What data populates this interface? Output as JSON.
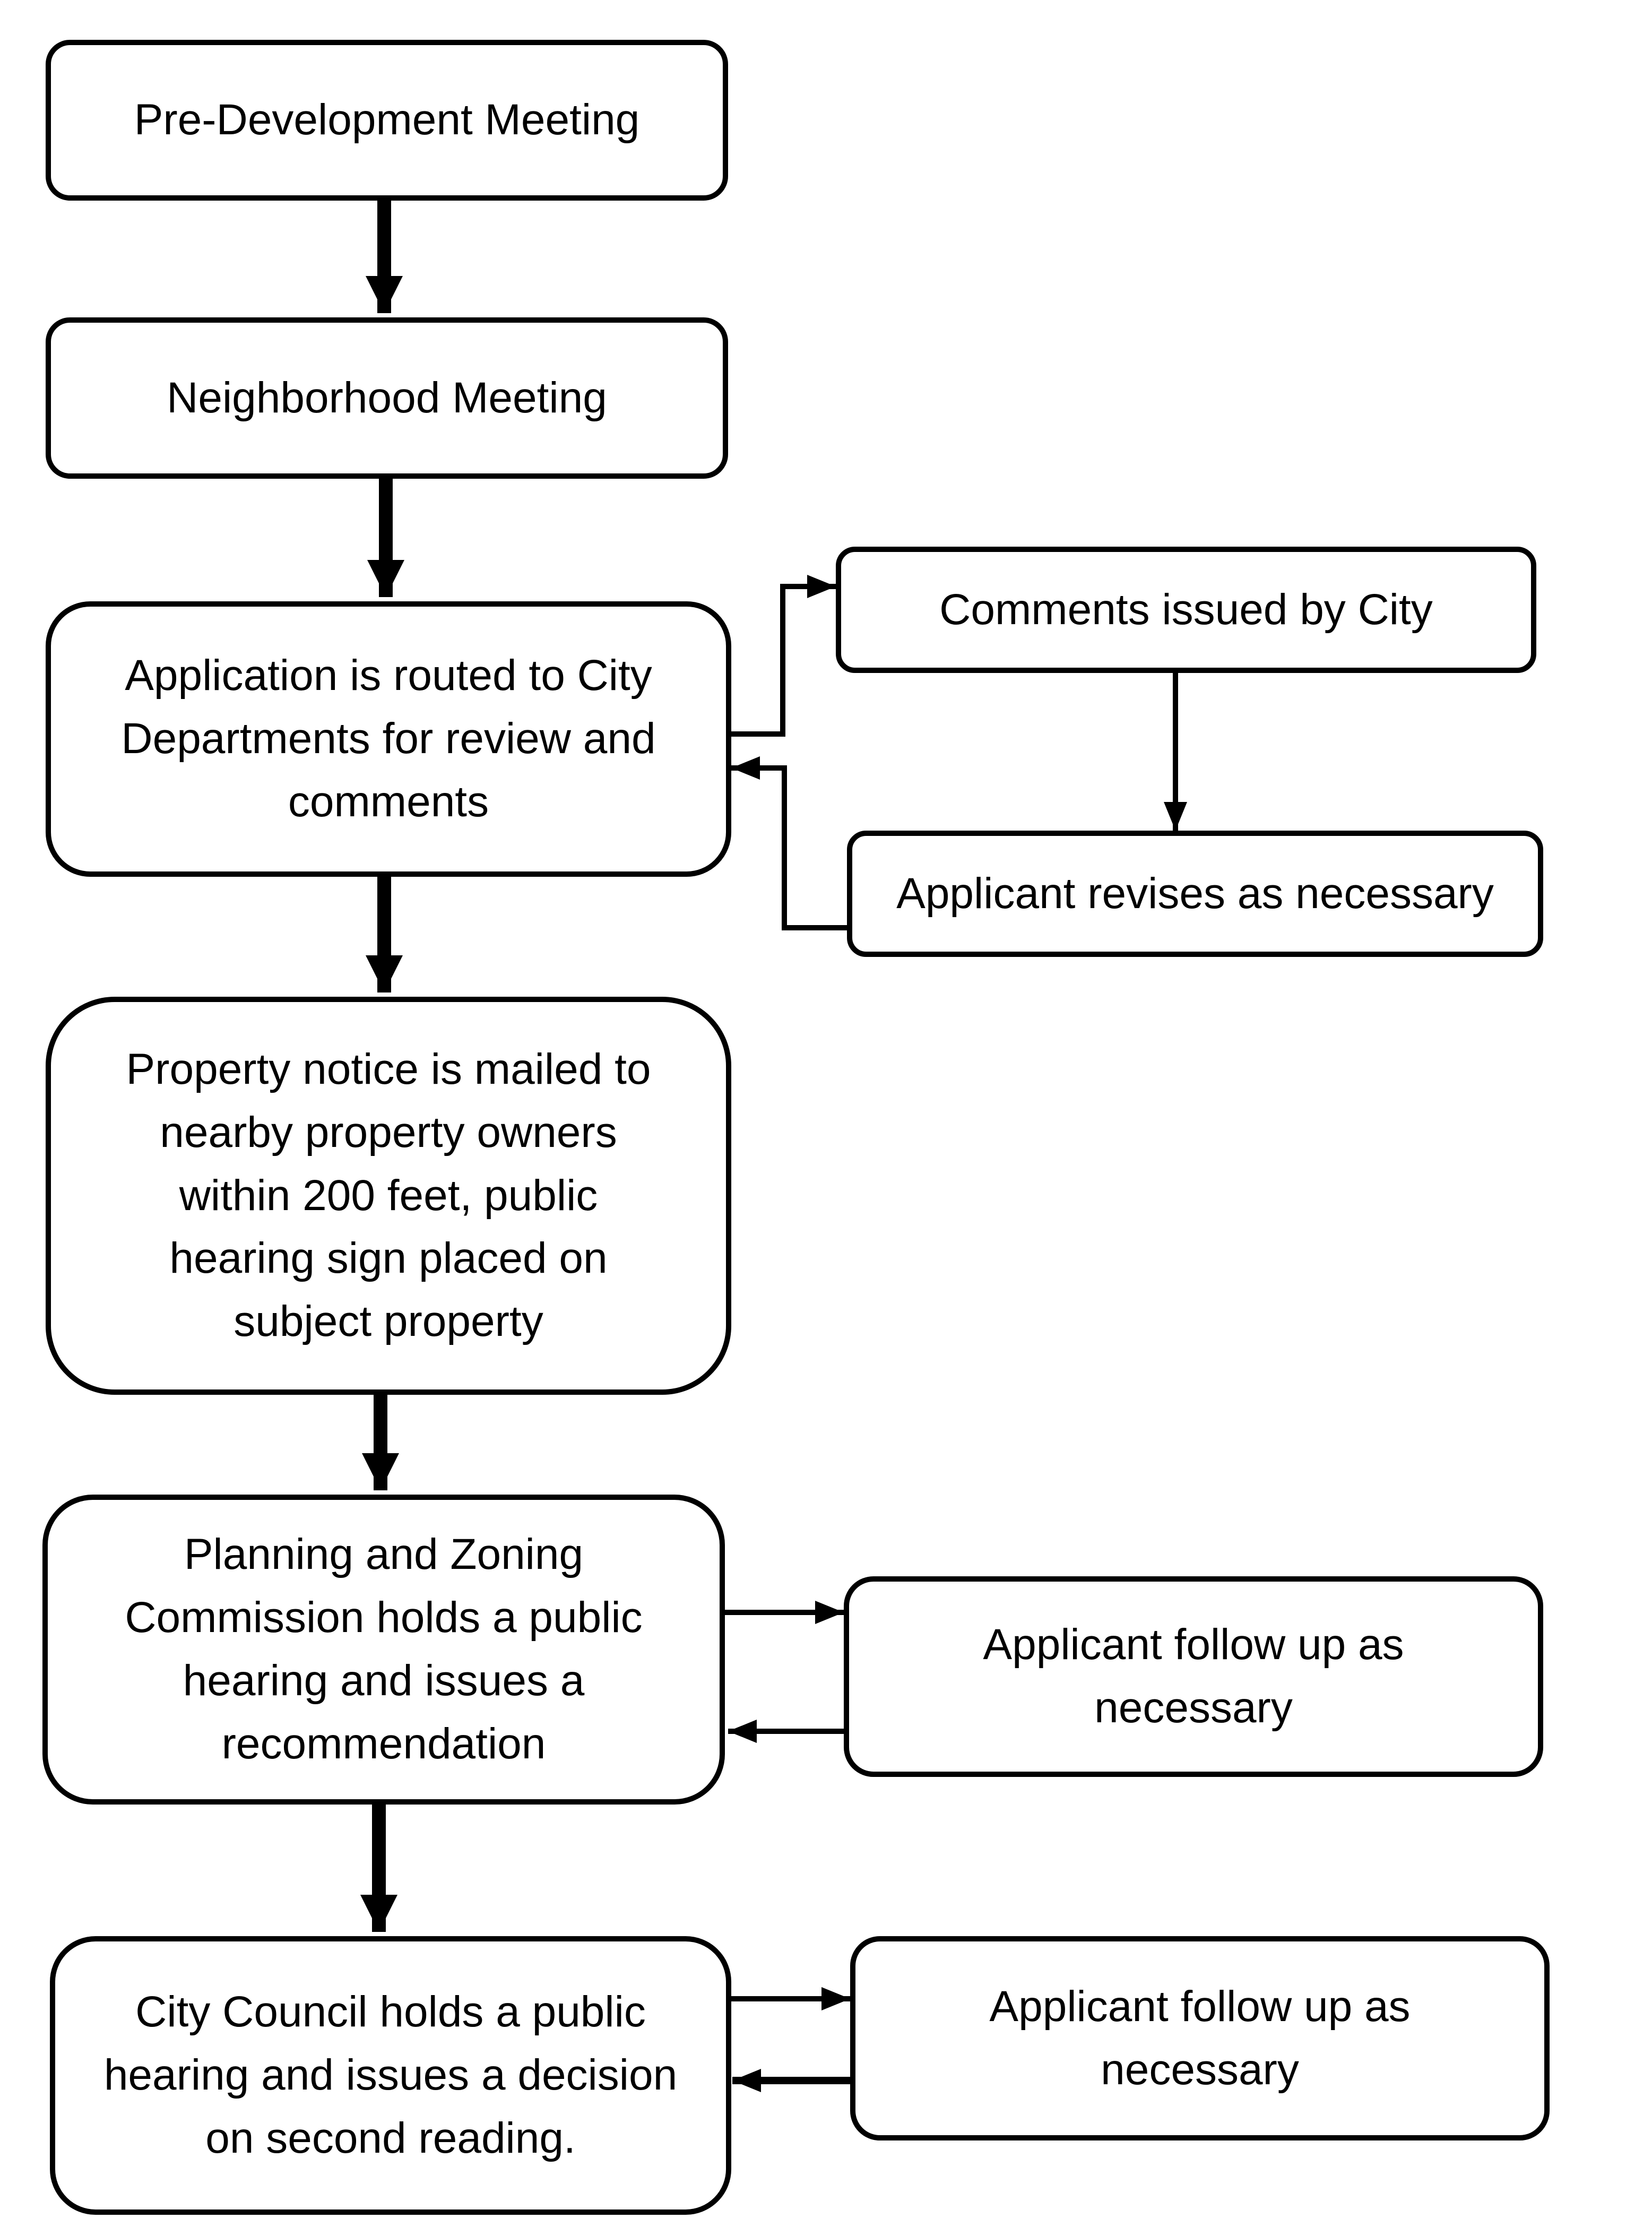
{
  "diagram": {
    "nodes": {
      "pre_development": "Pre-Development Meeting",
      "neighborhood": "Neighborhood Meeting",
      "application_routed": "Application is routed to City\nDepartments for review and\ncomments",
      "comments_issued": "Comments issued by City",
      "applicant_revises": "Applicant revises as necessary",
      "property_notice": "Property notice is mailed to\nnearby property owners\nwithin 200 feet, public\nhearing sign placed on\nsubject property",
      "planning_zoning": "Planning and Zoning\nCommission holds a public\nhearing and issues a\nrecommendation",
      "applicant_follow_up_1": "Applicant follow up as\nnecessary",
      "city_council": "City Council holds a public\nhearing and issues a decision\non second reading.",
      "applicant_follow_up_2": "Applicant follow up as\nnecessary"
    },
    "edges": [
      {
        "from": "pre_development",
        "to": "neighborhood"
      },
      {
        "from": "neighborhood",
        "to": "application_routed"
      },
      {
        "from": "application_routed",
        "to": "comments_issued"
      },
      {
        "from": "comments_issued",
        "to": "applicant_revises"
      },
      {
        "from": "applicant_revises",
        "to": "application_routed"
      },
      {
        "from": "application_routed",
        "to": "property_notice"
      },
      {
        "from": "property_notice",
        "to": "planning_zoning"
      },
      {
        "from": "planning_zoning",
        "to": "applicant_follow_up_1"
      },
      {
        "from": "applicant_follow_up_1",
        "to": "planning_zoning"
      },
      {
        "from": "planning_zoning",
        "to": "city_council"
      },
      {
        "from": "city_council",
        "to": "applicant_follow_up_2"
      },
      {
        "from": "applicant_follow_up_2",
        "to": "city_council"
      }
    ]
  }
}
